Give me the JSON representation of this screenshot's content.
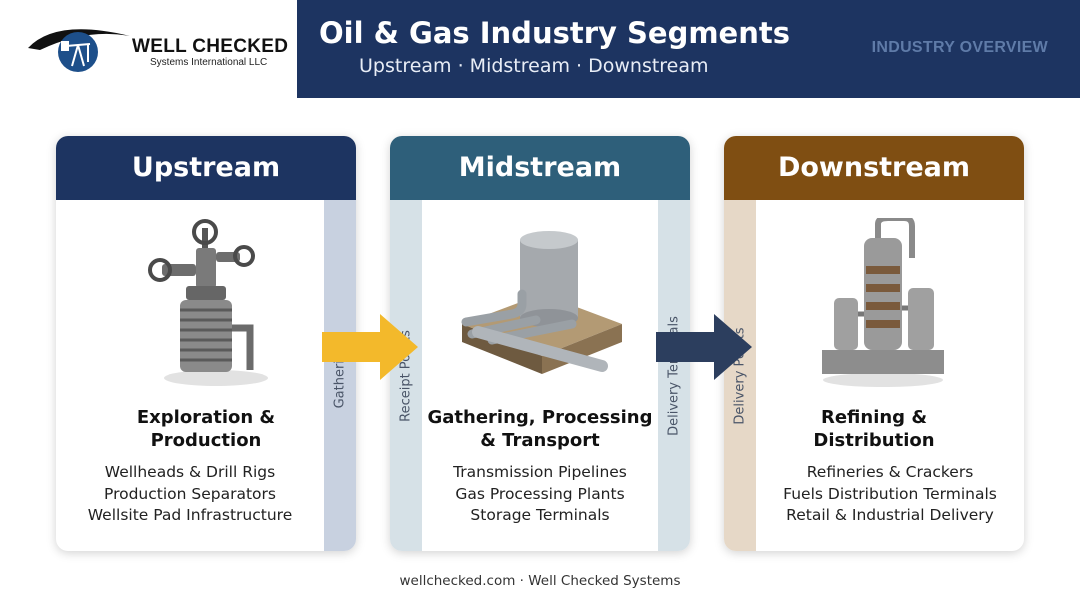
{
  "brand": {
    "name": "WELL CHECKED",
    "tagline": "Systems International LLC"
  },
  "header": {
    "title": "Oil & Gas Industry Segments",
    "subtitle": "Upstream · Midstream · Downstream",
    "tag": "INDUSTRY OVERVIEW"
  },
  "segments": [
    {
      "name": "Upstream",
      "color": "#1d3461",
      "heading": [
        "Exploration &",
        "Production"
      ],
      "items": [
        "Wellheads & Drill Rigs",
        "Production Separators",
        "Wellsite Pad Infrastructure"
      ],
      "right_strip": "Gathering",
      "icon": "wellhead-icon"
    },
    {
      "name": "Midstream",
      "color": "#2e5f7a",
      "heading": [
        "Gathering, Processing",
        "& Transport"
      ],
      "items": [
        "Transmission Pipelines",
        "Gas Processing Plants",
        "Storage Terminals"
      ],
      "left_strip": "Receipt Points",
      "right_strip": "Delivery Terminals",
      "icon": "storage-tank-pipeline-icon"
    },
    {
      "name": "Downstream",
      "color": "#7f4e12",
      "heading": [
        "Refining &",
        "Distribution"
      ],
      "items": [
        "Refineries & Crackers",
        "Fuels Distribution Terminals",
        "Retail & Industrial Delivery"
      ],
      "left_strip": "Delivery Points",
      "icon": "refinery-column-icon"
    }
  ],
  "arrows": [
    {
      "from": "Upstream",
      "to": "Midstream",
      "color": "#f3b92b"
    },
    {
      "from": "Midstream",
      "to": "Downstream",
      "color": "#2c3e5e"
    }
  ],
  "footer": "wellchecked.com · Well Checked Systems"
}
